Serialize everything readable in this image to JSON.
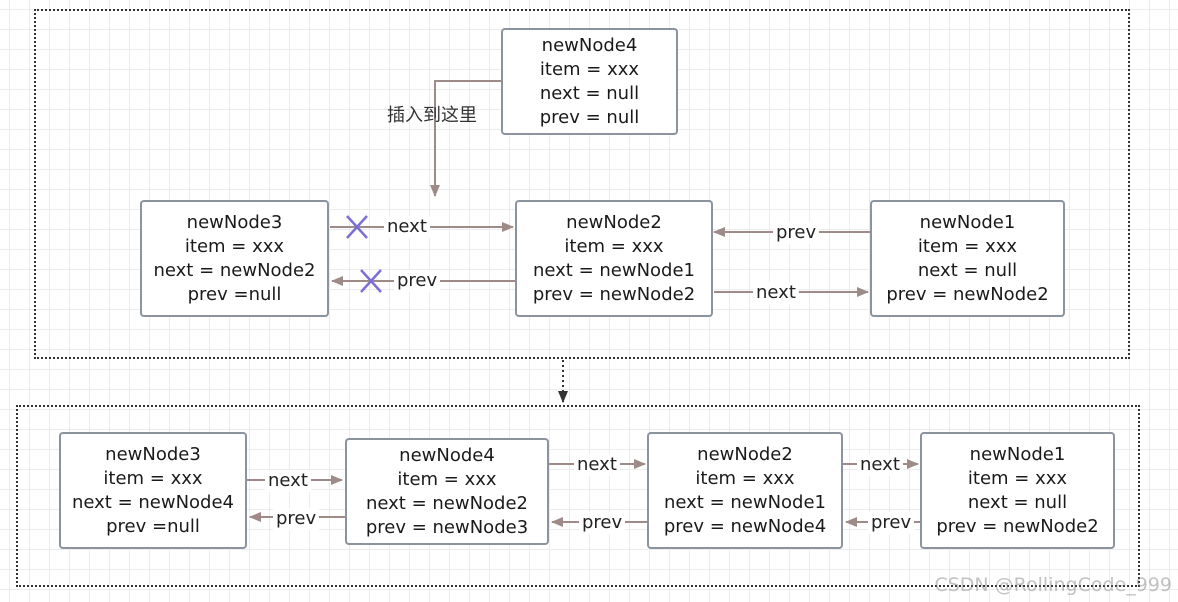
{
  "colors": {
    "connector": "#9e8a87",
    "cross": "#7b6fd6",
    "dotted": "#333333"
  },
  "top": {
    "insert_note": "插入到这里",
    "nodes": {
      "newNode4": [
        "newNode4",
        "item = xxx",
        "next = null",
        "prev = null"
      ],
      "newNode3": [
        "newNode3",
        "item = xxx",
        "next = newNode2",
        "prev =null"
      ],
      "newNode2": [
        "newNode2",
        "item = xxx",
        "next = newNode1",
        "prev = newNode2"
      ],
      "newNode1": [
        "newNode1",
        "item = xxx",
        "next = null",
        "prev = newNode2"
      ]
    },
    "edges": {
      "n3_next": "next",
      "n2_prev": "prev",
      "n1_prev": "prev",
      "n2_next": "next"
    }
  },
  "bottom": {
    "nodes": {
      "newNode3": [
        "newNode3",
        "item = xxx",
        "next = newNode4",
        "prev =null"
      ],
      "newNode4": [
        "newNode4",
        "item = xxx",
        "next = newNode2",
        "prev = newNode3"
      ],
      "newNode2": [
        "newNode2",
        "item = xxx",
        "next = newNode1",
        "prev = newNode4"
      ],
      "newNode1": [
        "newNode1",
        "item = xxx",
        "next = null",
        "prev = newNode2"
      ]
    },
    "edges": {
      "n3_next": "next",
      "n4_prev": "prev",
      "n4_next": "next",
      "n2_prev": "prev",
      "n2_next": "next",
      "n1_prev": "prev"
    }
  },
  "watermark": "CSDN @RollingCode_999"
}
